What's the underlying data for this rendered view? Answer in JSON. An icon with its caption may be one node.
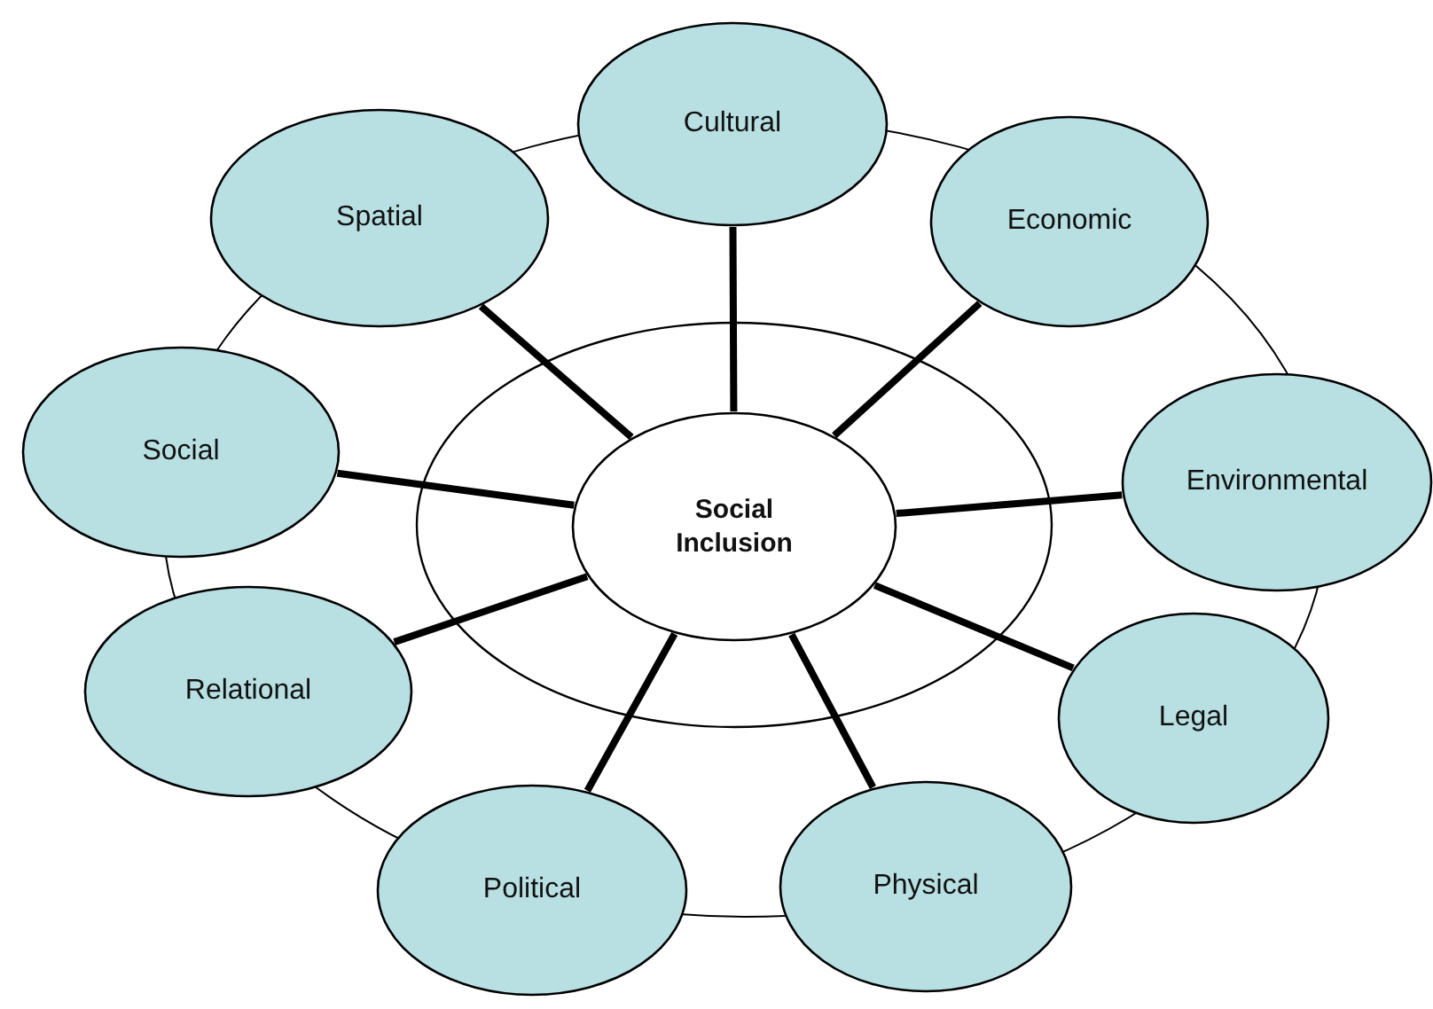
{
  "diagram": {
    "nodes": [
      {
        "text": [
          "Social Inclusion"
        ]
      },
      {
        "text": [
          "Cultural"
        ]
      },
      {
        "text": [
          "Economic"
        ]
      },
      {
        "text": [
          "Environmental"
        ]
      },
      {
        "text": [
          "Legal"
        ]
      },
      {
        "text": [
          "Physical"
        ]
      },
      {
        "text": [
          "Political"
        ]
      },
      {
        "text": [
          "Relational"
        ]
      },
      {
        "text": [
          "Social"
        ]
      },
      {
        "text": [
          "Spatial"
        ]
      }
    ],
    "edges": [
      {
        "from": 0,
        "to": 1,
        "arrow": "none"
      },
      {
        "from": 0,
        "to": 2,
        "arrow": "none"
      },
      {
        "from": 0,
        "to": 3,
        "arrow": "none"
      },
      {
        "from": 0,
        "to": 4,
        "arrow": "none"
      },
      {
        "from": 0,
        "to": 5,
        "arrow": "none"
      },
      {
        "from": 0,
        "to": 6,
        "arrow": "none"
      },
      {
        "from": 0,
        "to": 7,
        "arrow": "none"
      },
      {
        "from": 0,
        "to": 8,
        "arrow": "none"
      },
      {
        "from": 0,
        "to": 9,
        "arrow": "none"
      }
    ]
  }
}
